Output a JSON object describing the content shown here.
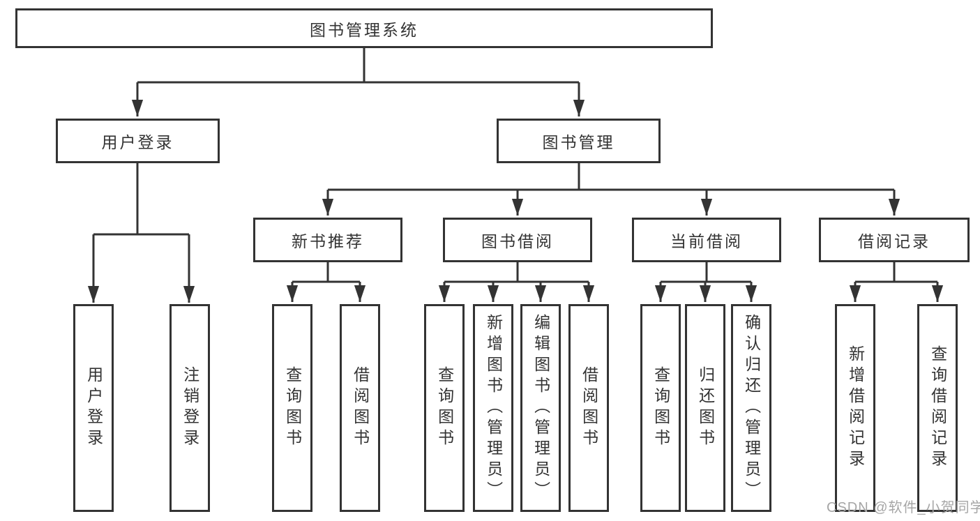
{
  "diagram_title": "图书管理系统",
  "nodes": {
    "root": "图书管理系统",
    "user_login": "用户登录",
    "book_mgmt": "图书管理",
    "new_books": "新书推荐",
    "book_borrow": "图书借阅",
    "current_borrow": "当前借阅",
    "borrow_records": "借阅记录",
    "login": "用户登录",
    "logout": "注销登录",
    "nb_query": "查询图书",
    "nb_borrow": "借阅图书",
    "bb_query": "查询图书",
    "bb_add": "新增图书（管理员）",
    "bb_edit": "编辑图书（管理员）",
    "bb_borrow": "借阅图书",
    "cb_query": "查询图书",
    "cb_return": "归还图书",
    "cb_confirm": "确认归还（管理员）",
    "br_add": "新增借阅记录",
    "br_query": "查询借阅记录"
  },
  "hierarchy": {
    "root": [
      "user_login",
      "book_mgmt"
    ],
    "user_login": [
      "login",
      "logout"
    ],
    "book_mgmt": [
      "new_books",
      "book_borrow",
      "current_borrow",
      "borrow_records"
    ],
    "new_books": [
      "nb_query",
      "nb_borrow"
    ],
    "book_borrow": [
      "bb_query",
      "bb_add",
      "bb_edit",
      "bb_borrow"
    ],
    "current_borrow": [
      "cb_query",
      "cb_return",
      "cb_confirm"
    ],
    "borrow_records": [
      "br_add",
      "br_query"
    ]
  },
  "watermark": {
    "text": "CSDN @软件_小贺同学"
  },
  "colors": {
    "line": "#333333",
    "box_border": "#333333",
    "text": "#333333",
    "background": "#ffffff",
    "watermark": "#a6a6a6"
  }
}
